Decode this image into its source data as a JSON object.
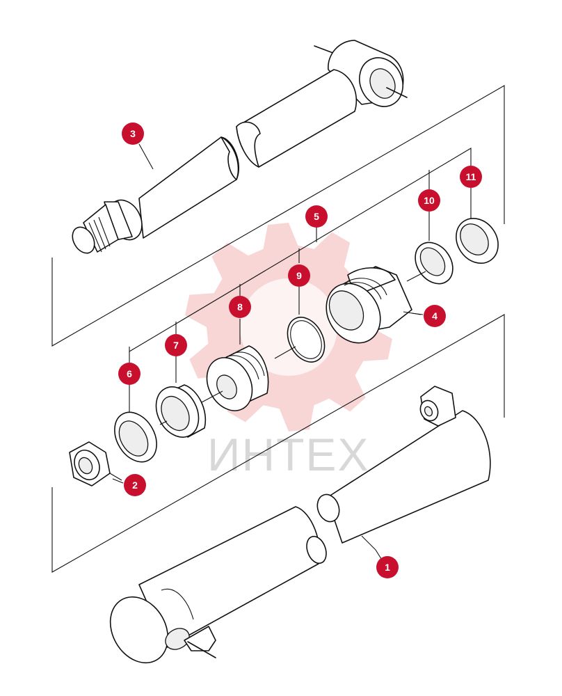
{
  "colors": {
    "callout": "#c8102e",
    "watermark_gear": "#f7c8c8",
    "watermark_text": "#d8d8d8",
    "line": "#111111"
  },
  "watermark": {
    "text": "ИНТЕХ"
  },
  "callouts": [
    {
      "id": "1",
      "part": "cylinder-barrel"
    },
    {
      "id": "2",
      "part": "lock-nut"
    },
    {
      "id": "3",
      "part": "piston-rod"
    },
    {
      "id": "4",
      "part": "gland-head"
    },
    {
      "id": "5",
      "part": "seal-kit-bracket"
    },
    {
      "id": "6",
      "part": "wear-ring"
    },
    {
      "id": "7",
      "part": "spacer-ring"
    },
    {
      "id": "8",
      "part": "piston"
    },
    {
      "id": "9",
      "part": "o-ring"
    },
    {
      "id": "10",
      "part": "backup-ring"
    },
    {
      "id": "11",
      "part": "wiper-seal"
    }
  ]
}
